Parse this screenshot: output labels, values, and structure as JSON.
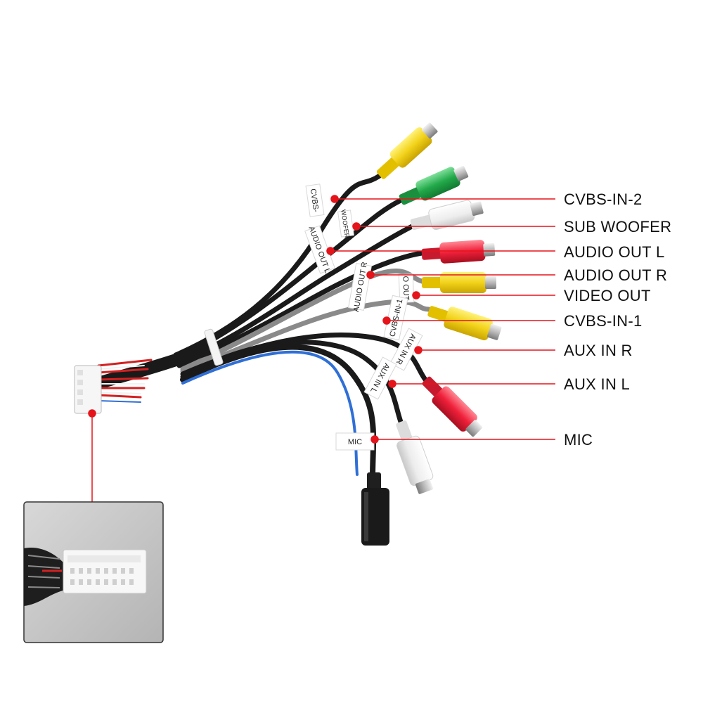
{
  "callouts": [
    {
      "id": "cvbs-in-2",
      "label": "CVBS-IN-2"
    },
    {
      "id": "sub-woofer",
      "label": "SUB WOOFER"
    },
    {
      "id": "audio-out-l",
      "label": "AUDIO OUT L"
    },
    {
      "id": "audio-out-r",
      "label": "AUDIO OUT R"
    },
    {
      "id": "video-out",
      "label": "VIDEO OUT"
    },
    {
      "id": "cvbs-in-1",
      "label": "CVBS-IN-1"
    },
    {
      "id": "aux-in-r",
      "label": "AUX IN R"
    },
    {
      "id": "aux-in-l",
      "label": "AUX IN L"
    },
    {
      "id": "mic",
      "label": "MIC"
    }
  ],
  "cable_tags": {
    "cvbs_in_2": "CVBS-",
    "sub_woofer": "WOOFER",
    "audio_out_l": "AUDIO OUT L",
    "audio_out_r": "AUDIO OUT R",
    "video_out": "O OUT",
    "cvbs_in_1": "CVBS-IN-1",
    "aux_in_r": "AUX IN R",
    "aux_in_l": "AUX IN L",
    "mic": "MIC"
  },
  "colors": {
    "callout_red": "#e5141b",
    "yellow": "#f2d21a",
    "green": "#22a94a",
    "white_plug": "#f4f4f4",
    "red_plug": "#f0203a",
    "cable_black": "#1a1a1a",
    "cable_grey": "#8a8a8a",
    "cable_blue": "#2f6fd6"
  }
}
